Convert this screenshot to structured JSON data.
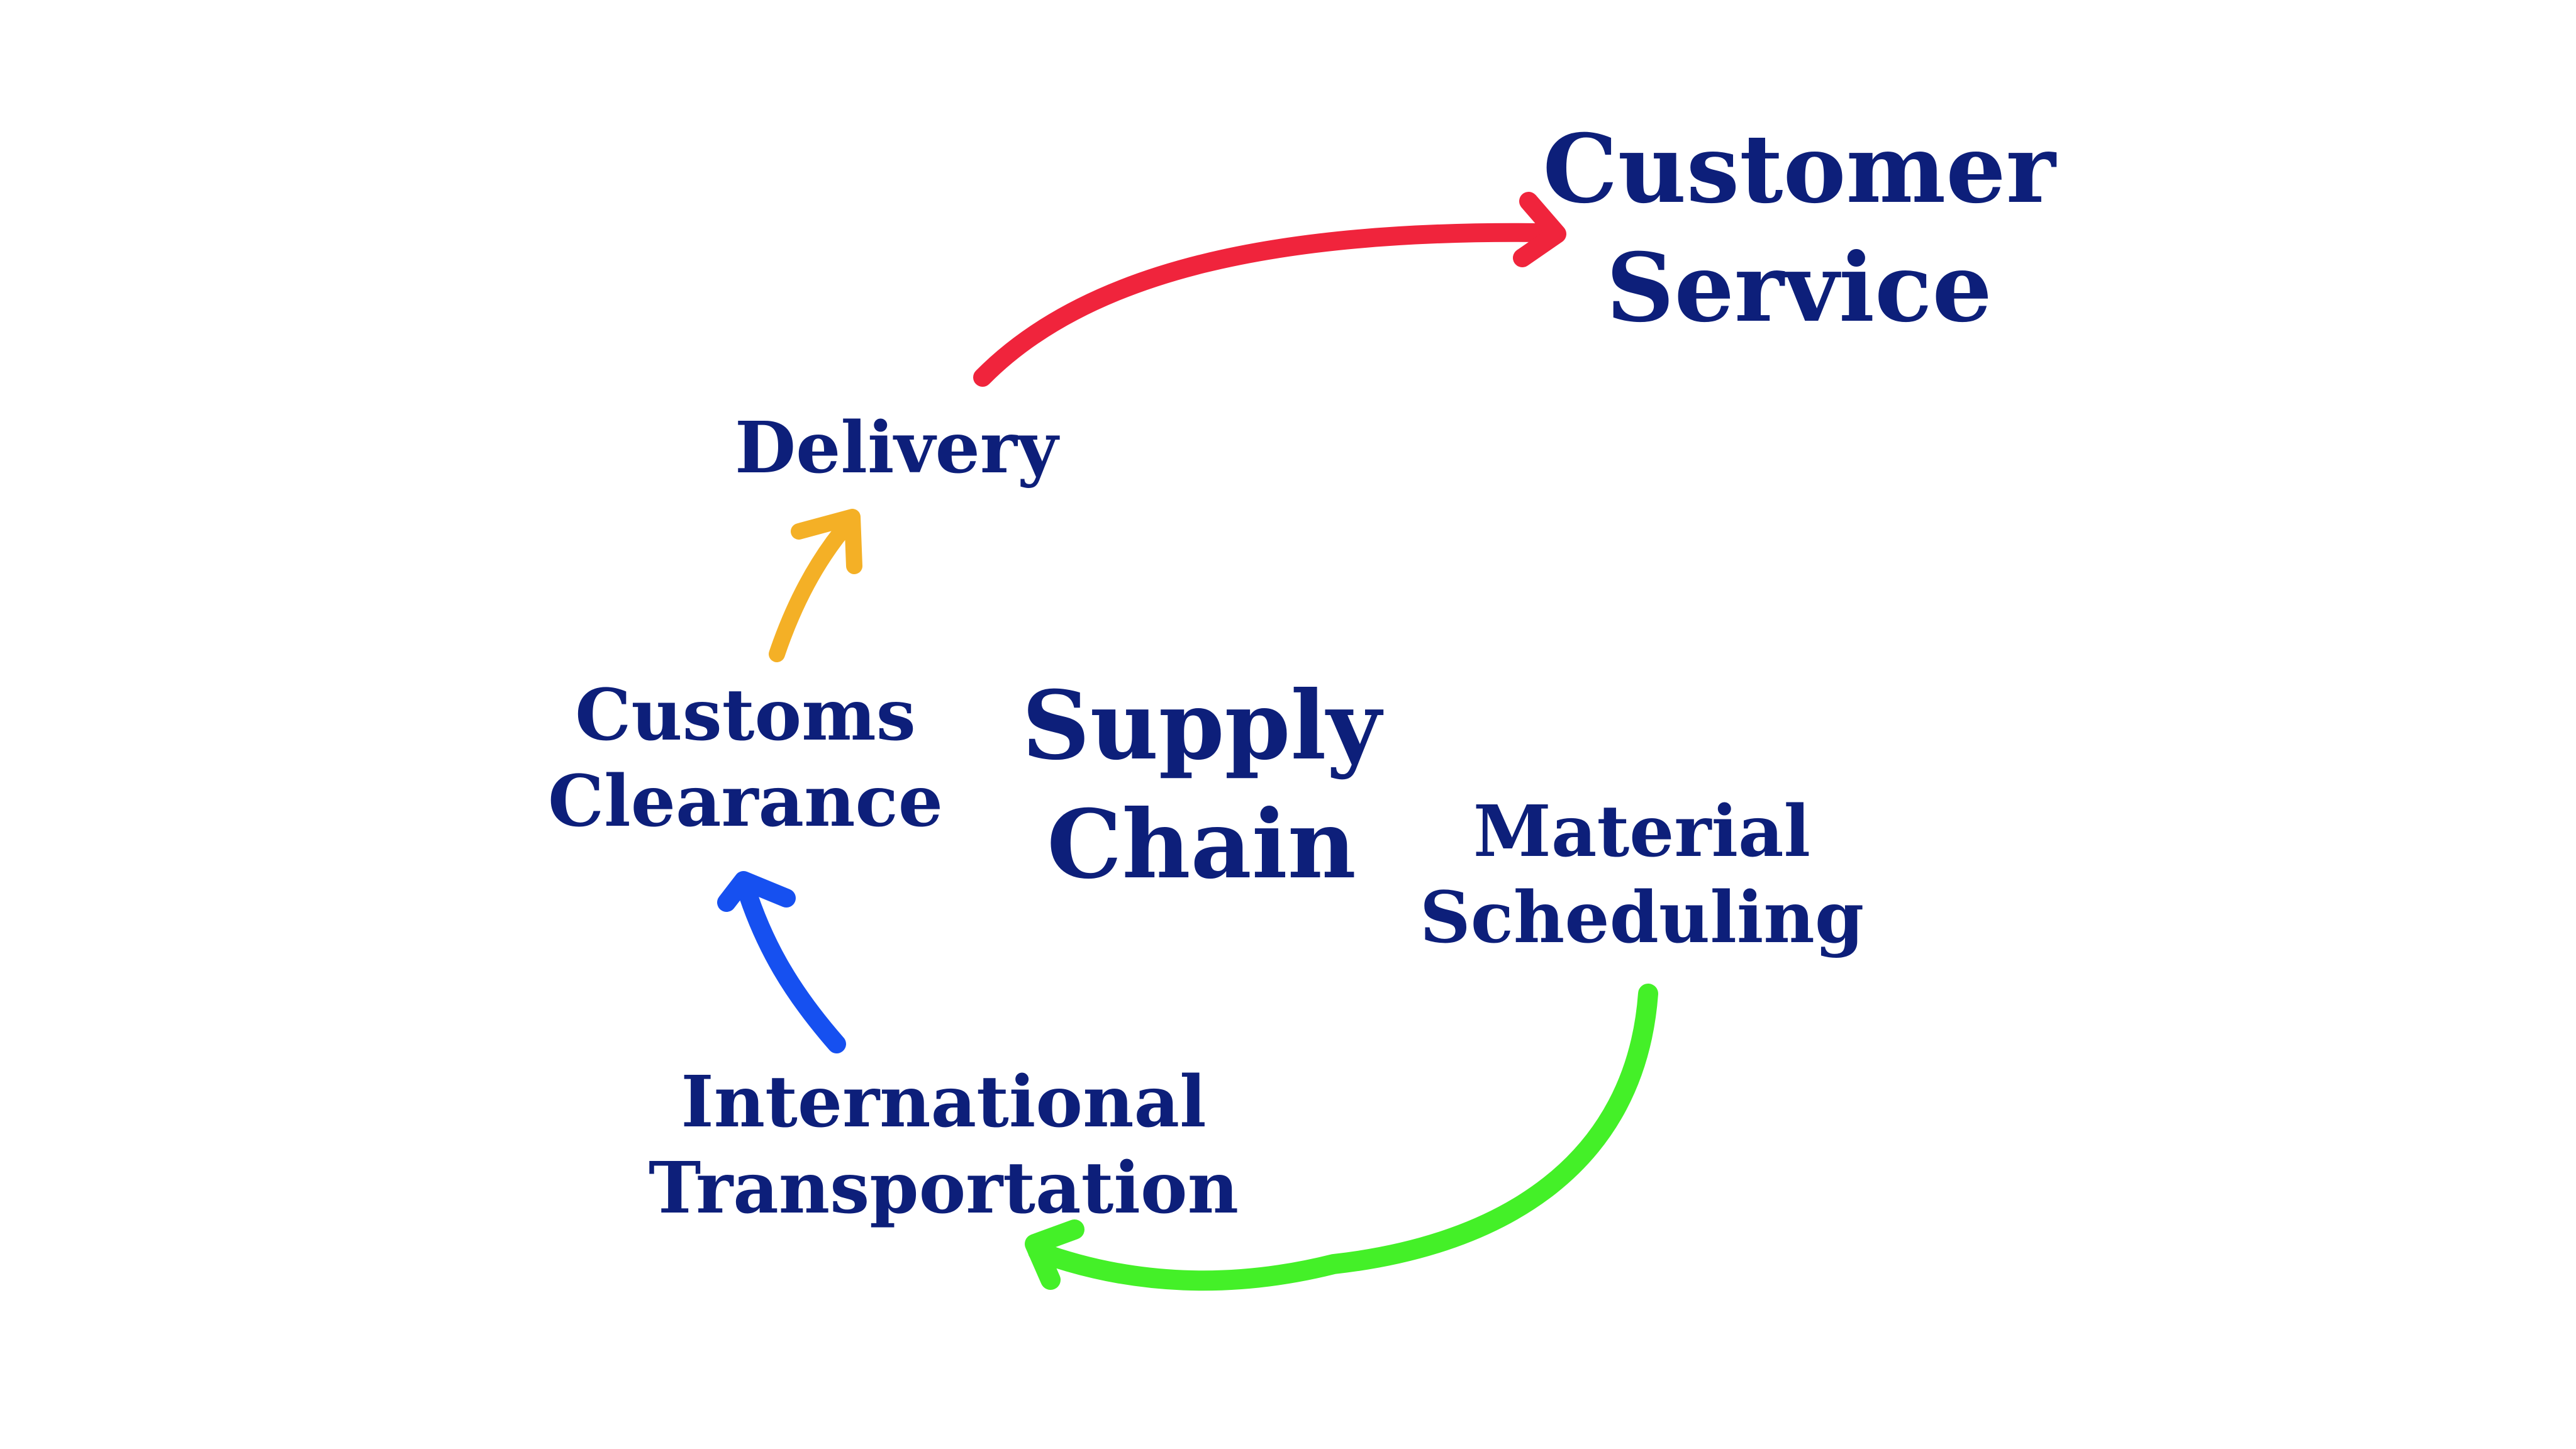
{
  "diagram": {
    "center_title": {
      "line1": "Supply",
      "line2": "Chain"
    },
    "goal": {
      "line1": "Customer",
      "line2": "Service"
    },
    "steps": {
      "delivery": {
        "line1": "Delivery"
      },
      "customs": {
        "line1": "Customs",
        "line2": "Clearance"
      },
      "transport": {
        "line1": "International",
        "line2": "Transportation"
      },
      "material": {
        "line1": "Material",
        "line2": "Scheduling"
      }
    },
    "colors": {
      "text": "#0d1f7a",
      "arrow_delivery_to_service": "#f0243c",
      "arrow_customs_to_delivery": "#f4b026",
      "arrow_transport_to_customs": "#1650f0",
      "arrow_material_to_transport": "#44f028"
    }
  }
}
